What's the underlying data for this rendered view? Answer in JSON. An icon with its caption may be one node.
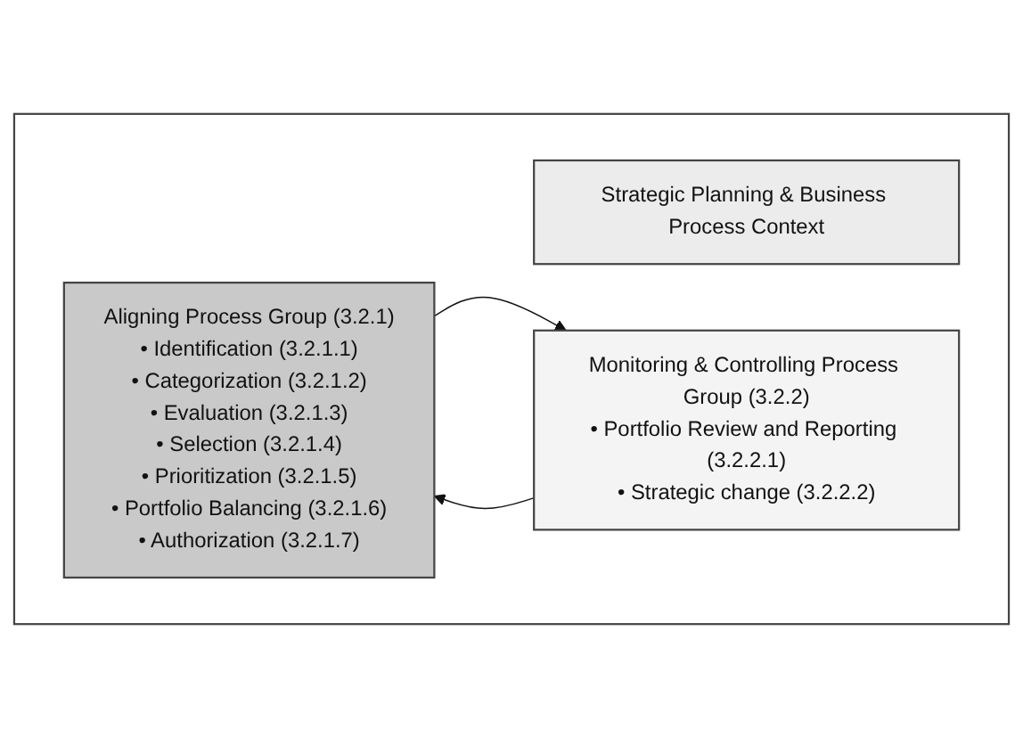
{
  "diagram": {
    "nodes": [
      {
        "text": [],
        "shape": "box"
      },
      {
        "text": [
          "Strategic Planning & Business Process Context"
        ],
        "in": 0
      },
      {
        "text": [
          "Aligning Process Group (3.2.1)",
          "• Identification (3.2.1.1)",
          "• Categorization (3.2.1.2)",
          "• Evaluation (3.2.1.3)",
          "• Selection (3.2.1.4)",
          "• Prioritization (3.2.1.5)",
          "• Portfolio Balancing (3.2.1.6)",
          "• Authorization (3.2.1.7)"
        ],
        "in": 0
      },
      {
        "text": [
          "Monitoring & Controlling Process Group (3.2.2)",
          "• Portfolio Review and Reporting (3.2.2.1)",
          "• Strategic change (3.2.2.2)"
        ],
        "in": 0
      }
    ],
    "edges": [
      {
        "from": 2,
        "to": 3,
        "arrow": "to"
      },
      {
        "from": 3,
        "to": 2,
        "arrow": "to"
      }
    ]
  }
}
